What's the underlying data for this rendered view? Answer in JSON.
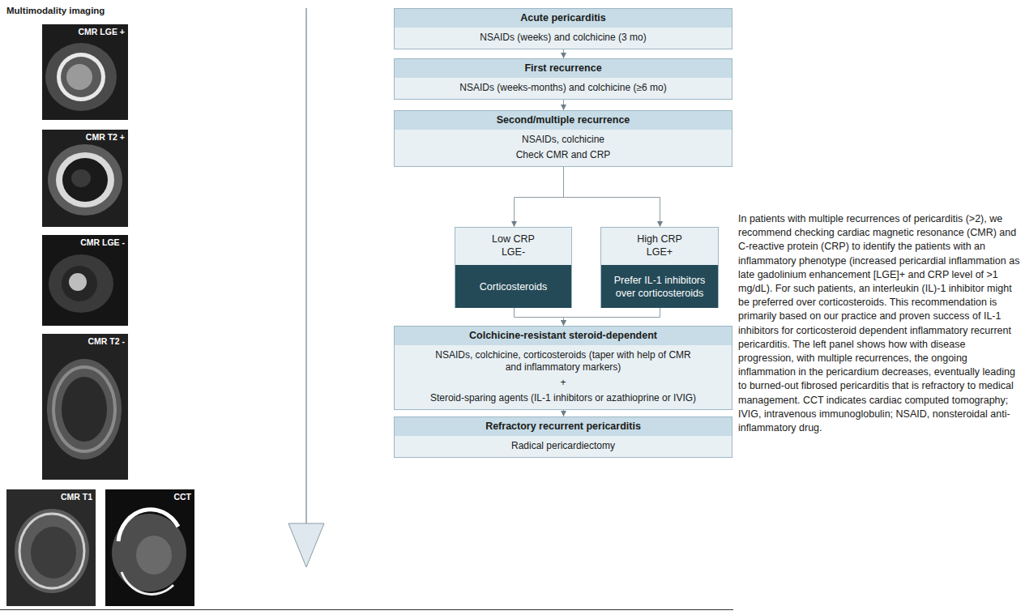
{
  "diagram": {
    "caption": "In patients with multiple recurrences of pericarditis (>2), we recommend checking cardiac magnetic resonance (CMR) and C-reactive protein (CRP) to identify the patients with an inflammatory phenotype (increased pericardial inflammation as late gadolinium enhancement [LGE]+ and CRP level of >1 mg/dL). For such patients, an interleukin (IL)-1 inhibitor might be preferred over corticosteroids. This recommendation is primarily based on our practice and proven success of IL-1 inhibitors for corticosteroid dependent inflammatory recurrent pericarditis. The left panel shows how with disease progression, with multiple recurrences, the ongoing inflammation in the pericardium decreases, eventually leading to burned-out fibrosed pericarditis that is refractory to medical management. CCT indicates cardiac computed tomography; IVIG, intravenous immunoglobulin; NSAID, nonsteroidal anti-inflammatory drug.",
    "nodes": [
      {
        "text": [
          "Acute pericarditis",
          "NSAIDs (weeks) and colchicine (3 mo)"
        ]
      },
      {
        "text": [
          "First recurrence",
          "NSAIDs (weeks-months) and colchicine (≥6 mo)"
        ]
      },
      {
        "text": [
          "Second/multiple recurrence",
          "NSAIDs, colchicine",
          "Check CMR and CRP"
        ]
      },
      {
        "text": [
          "Low CRP",
          "LGE-"
        ]
      },
      {
        "text": [
          "Corticosteroids"
        ],
        "in": 3
      },
      {
        "text": [
          "High CRP",
          "LGE+"
        ]
      },
      {
        "text": [
          "Prefer IL-1 inhibitors over corticosteroids"
        ],
        "in": 5
      },
      {
        "text": [
          "Colchicine-resistant steroid-dependent",
          "NSAIDs, colchicine, corticosteroids (taper with help of CMR and inflammatory markers)",
          "+",
          "Steroid-sparing agents (IL-1 inhibitors or azathioprine or IVIG)"
        ]
      },
      {
        "text": [
          "Refractory recurrent pericarditis",
          "Radical pericardiectomy"
        ]
      }
    ],
    "edges": [
      {
        "from": 0,
        "to": 1,
        "arrow": "to"
      },
      {
        "from": 1,
        "to": 2,
        "arrow": "to"
      },
      {
        "from": 2,
        "to": 3,
        "arrow": "to"
      },
      {
        "from": 2,
        "to": 5,
        "arrow": "to"
      },
      {
        "from": 3,
        "to": 7,
        "arrow": "to"
      },
      {
        "from": 5,
        "to": 7,
        "arrow": "to"
      },
      {
        "from": 7,
        "to": 8,
        "arrow": "to"
      }
    ],
    "labels": [
      "Multimodality imaging",
      "CMR LGE +",
      "CMR T2 +",
      "CMR LGE -",
      "CMR T2 -",
      "CMR T1",
      "CCT"
    ]
  }
}
